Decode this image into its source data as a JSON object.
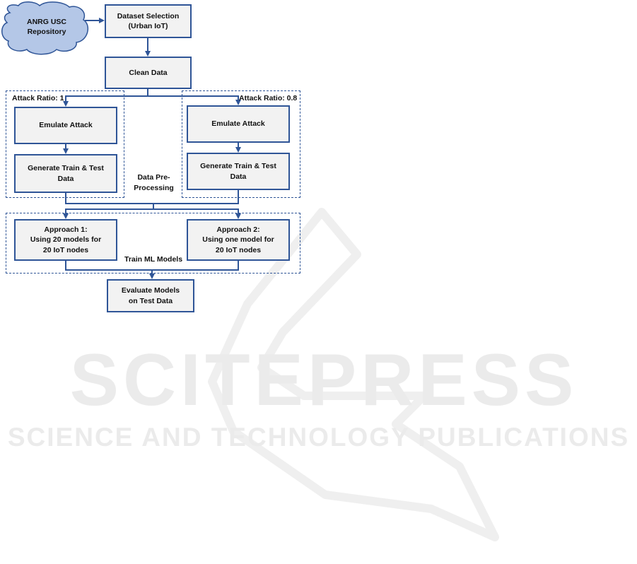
{
  "watermark": {
    "title": "SCITEPRESS",
    "subtitle": "SCIENCE AND TECHNOLOGY PUBLICATIONS"
  },
  "diagram": {
    "source": {
      "line1": "ANRG USC",
      "line2": "Repository"
    },
    "dataset": {
      "line1": "Dataset Selection",
      "line2": "(Urban IoT)"
    },
    "clean": "Clean Data",
    "left_group_label": "Attack Ratio: 1",
    "right_group_label": "Attack Ratio: 0.8",
    "left_emulate": "Emulate Attack",
    "right_emulate": "Emulate Attack",
    "left_generate": {
      "line1": "Generate Train & Test",
      "line2": "Data"
    },
    "right_generate": {
      "line1": "Generate Train & Test",
      "line2": "Data"
    },
    "preprocessing_label": {
      "line1": "Data Pre-",
      "line2": "Processing"
    },
    "approach1": {
      "line1": "Approach 1:",
      "line2": "Using 20 models for",
      "line3": "20 IoT nodes"
    },
    "approach2": {
      "line1": "Approach 2:",
      "line2": "Using one model for",
      "line3": "20 IoT nodes"
    },
    "train_label": "Train ML Models",
    "evaluate": {
      "line1": "Evaluate Models",
      "line2": "on Test Data"
    }
  },
  "colors": {
    "stroke": "#2f5597",
    "box_fill": "#f2f2f2",
    "cloud_fill": "#b4c7e7",
    "watermark": "#ebebeb"
  }
}
